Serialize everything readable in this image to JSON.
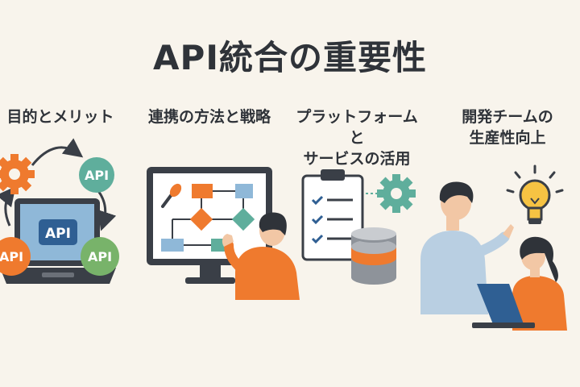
{
  "title": "API統合の重要性",
  "sections": [
    {
      "label": "目的とメリット"
    },
    {
      "label": "連携の方法と戦略"
    },
    {
      "label_line1": "プラットフォームと",
      "label_line2": "サービスの活用"
    },
    {
      "label_line1": "開発チームの",
      "label_line2": "生産性向上"
    }
  ],
  "api_badges": [
    "API",
    "API",
    "API",
    "API"
  ],
  "colors": {
    "background": "#f8f4ec",
    "teal": "#5fae9c",
    "orange": "#ef7a2e",
    "green": "#78b36a",
    "blue": "#2f5f93",
    "dark": "#3a3f47"
  },
  "icons": [
    "gear-icon",
    "laptop-icon",
    "monitor-icon",
    "flowchart-icon",
    "clipboard-checklist-icon",
    "database-icon",
    "lightbulb-icon",
    "person-icon"
  ]
}
